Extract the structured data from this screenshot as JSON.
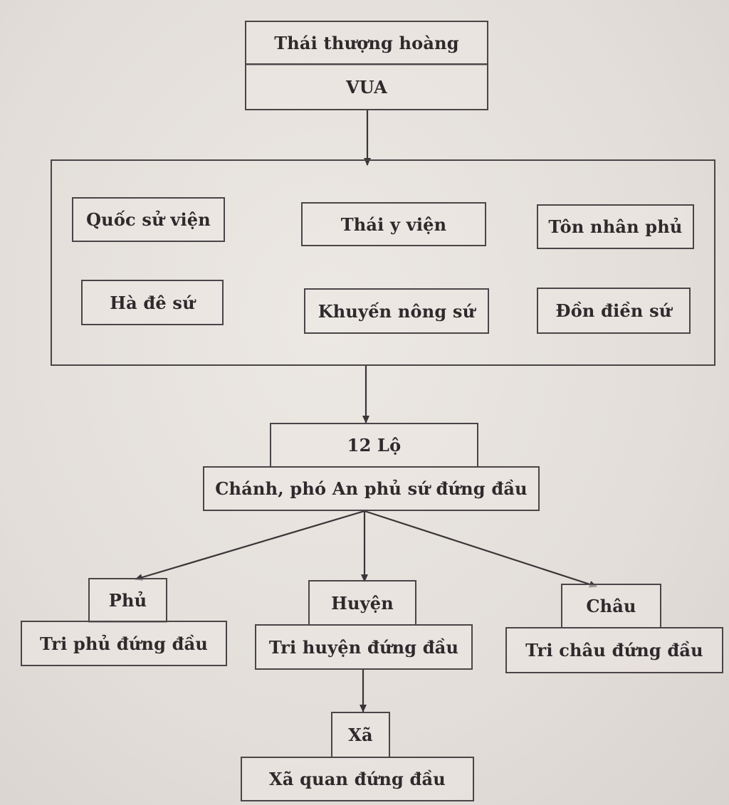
{
  "top": {
    "title": "Thái thượng hoàng",
    "subtitle": "VUA"
  },
  "central_offices": [
    "Quốc sử viện",
    "Thái y viện",
    "Tôn nhân phủ",
    "Hà đê sứ",
    "Khuyến nông sứ",
    "Đồn điền sứ"
  ],
  "lo": {
    "title": "12 Lộ",
    "head": "Chánh, phó An phủ sứ đứng đầu"
  },
  "branches": [
    {
      "title": "Phủ",
      "head": "Tri phủ đứng đầu"
    },
    {
      "title": "Huyện",
      "head": "Tri huyện đứng đầu"
    },
    {
      "title": "Châu",
      "head": "Tri châu đứng đầu"
    }
  ],
  "xa": {
    "title": "Xã",
    "head": "Xã quan đứng đầu"
  }
}
